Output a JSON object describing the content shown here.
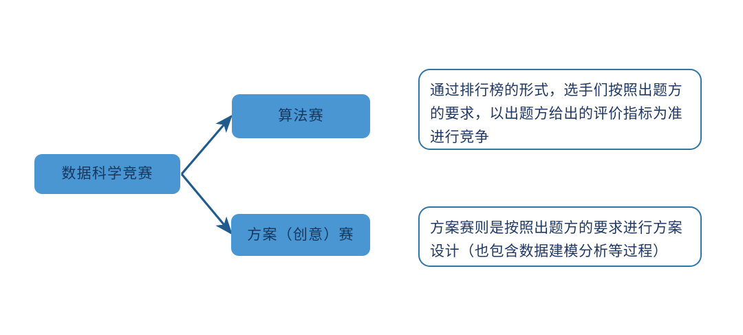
{
  "diagram": {
    "type": "flowchart",
    "background_color": "#FFFFFF",
    "node_fill_color": "#4A96D2",
    "node_text_color": "#17365D",
    "callout_border_color": "#2E75A8",
    "callout_text_color": "#1F3864",
    "connector_color": "#1F5B8C",
    "root": {
      "label": "数据科学竞赛"
    },
    "branches": [
      {
        "id": "algorithm",
        "label": "算法赛",
        "description": "通过排行榜的形式，选手们按照出题方的要求，以出题方给出的评价指标为准进行竞争"
      },
      {
        "id": "proposal",
        "label": "方案（创意）赛",
        "description": "方案赛则是按照出题方的要求进行方案设计（也包含数据建模分析等过程）"
      }
    ],
    "connectors": [
      {
        "id": "root-to-algorithm",
        "from": "数据科学竞赛",
        "to": "算法赛",
        "arrowhead": "end"
      },
      {
        "id": "root-to-proposal",
        "from": "数据科学竞赛",
        "to": "方案（创意）赛",
        "arrowhead": "end"
      }
    ]
  }
}
